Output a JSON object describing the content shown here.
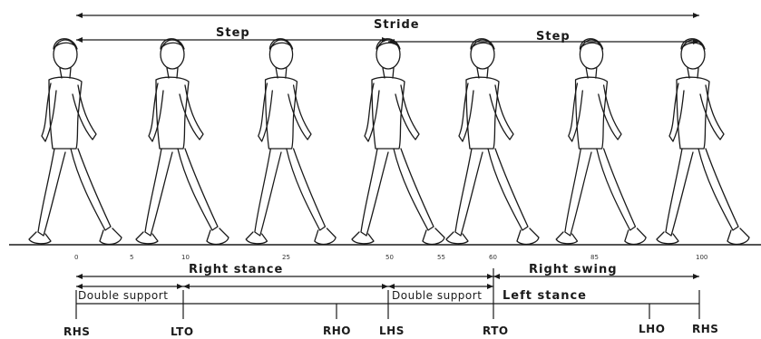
{
  "top": {
    "stride": "Stride",
    "step_left": "Step",
    "step_right": "Step"
  },
  "ticks": [
    "0",
    "5",
    "10",
    "25",
    "50",
    "55",
    "60",
    "85",
    "100"
  ],
  "phases": {
    "right_stance": "Right  stance",
    "right_swing": "Right  swing",
    "double_support_1": "Double support",
    "double_support_2": "Double support",
    "left_stance": "Left    stance"
  },
  "events": [
    "RHS",
    "LTO",
    "RHO",
    "LHS",
    "RTO",
    "LHO",
    "RHS"
  ],
  "figures": [
    "figure-0",
    "figure-1",
    "figure-2",
    "figure-3",
    "figure-4",
    "figure-5",
    "figure-6"
  ]
}
